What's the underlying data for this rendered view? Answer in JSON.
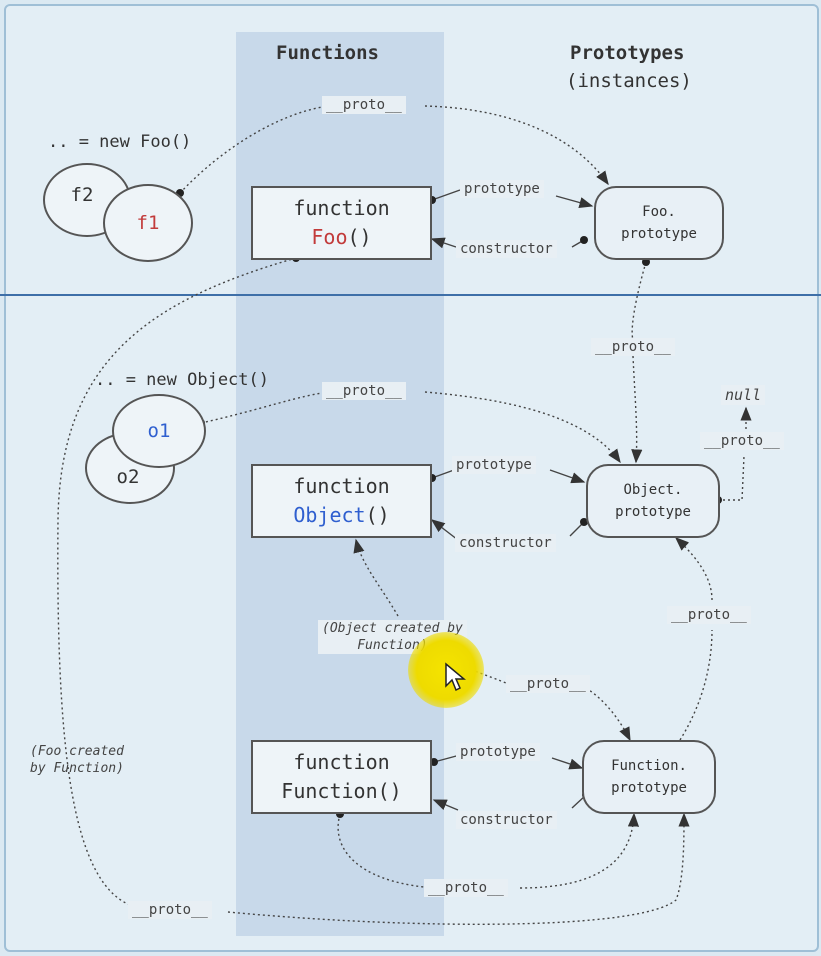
{
  "headers": {
    "functions": "Functions",
    "prototypes": "Prototypes",
    "instances": "(instances)"
  },
  "instances": {
    "new_foo": ".. = new Foo()",
    "f2": "f2",
    "f1": "f1",
    "new_object": ".. = new Object()",
    "o1": "o1",
    "o2": "o2"
  },
  "functions": {
    "foo": {
      "keyword": "function",
      "name": "Foo",
      "parens": "()"
    },
    "object": {
      "keyword": "function",
      "name": "Object",
      "parens": "()"
    },
    "function": {
      "keyword": "function",
      "name": "Function()"
    }
  },
  "prototypes": {
    "foo": {
      "line1": "Foo.",
      "line2": "prototype"
    },
    "object": {
      "line1": "Object.",
      "line2": "prototype"
    },
    "function": {
      "line1": "Function.",
      "line2": "prototype"
    },
    "null": "null"
  },
  "labels": {
    "proto": "__proto__",
    "prototype": "prototype",
    "constructor": "constructor"
  },
  "notes": {
    "object_created_line1": "(Object created by",
    "object_created_line2": "Function)",
    "foo_created_line1": "(Foo created",
    "foo_created_line2": "by Function)"
  },
  "colors": {
    "foo_name": "#c23b3b",
    "object_name": "#2f5fcf",
    "pointer": "#eedb00"
  }
}
